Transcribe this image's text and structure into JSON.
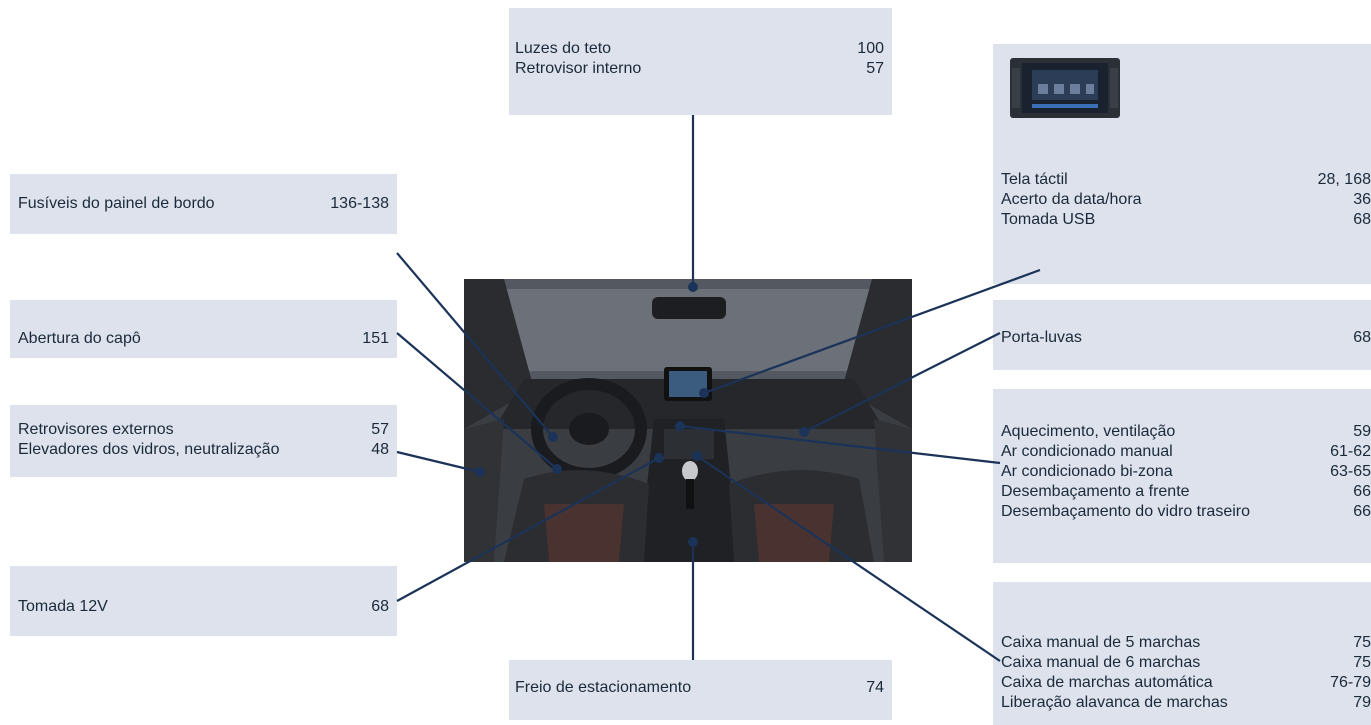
{
  "boxes": {
    "teto": [
      {
        "label": "Luzes do teto",
        "page": "100"
      },
      {
        "label": "Retrovisor interno",
        "page": "57"
      }
    ],
    "tela": [
      {
        "label": "Tela táctil",
        "page": "28, 168"
      },
      {
        "label": "Acerto da data/hora",
        "page": "36"
      },
      {
        "label": "Tomada USB",
        "page": "68"
      }
    ],
    "fusiveis": [
      {
        "label": "Fusíveis do painel de bordo",
        "page": "136-138"
      }
    ],
    "capo": [
      {
        "label": "Abertura do capô",
        "page": "151"
      }
    ],
    "portaluvas": [
      {
        "label": "Porta-luvas",
        "page": "68"
      }
    ],
    "retrovisores": [
      {
        "label": "Retrovisores externos",
        "page": "57"
      },
      {
        "label": "Elevadores dos vidros, neutralização",
        "page": "48"
      }
    ],
    "aquecimento": [
      {
        "label": "Aquecimento, ventilação",
        "page": "59"
      },
      {
        "label": "Ar condicionado manual",
        "page": "61-62"
      },
      {
        "label": "Ar condicionado bi-zona",
        "page": "63-65"
      },
      {
        "label": "Desembaçamento a frente",
        "page": "66"
      },
      {
        "label": "Desembaçamento do vidro traseiro",
        "page": "66"
      }
    ],
    "tomada12v": [
      {
        "label": "Tomada 12V",
        "page": "68"
      }
    ],
    "caixa": [
      {
        "label": "Caixa manual de 5 marchas",
        "page": "75"
      },
      {
        "label": "Caixa manual de 6 marchas",
        "page": "75"
      },
      {
        "label": "Caixa de marchas automática",
        "page": "76-79"
      },
      {
        "label": "Liberação alavanca de marchas",
        "page": "79"
      }
    ],
    "freio": [
      {
        "label": "Freio de estacionamento",
        "page": "74"
      }
    ]
  },
  "colors": {
    "box_bg": "#dde2ec",
    "leader_line": "#1b3358",
    "text": "#1b2a3a"
  }
}
